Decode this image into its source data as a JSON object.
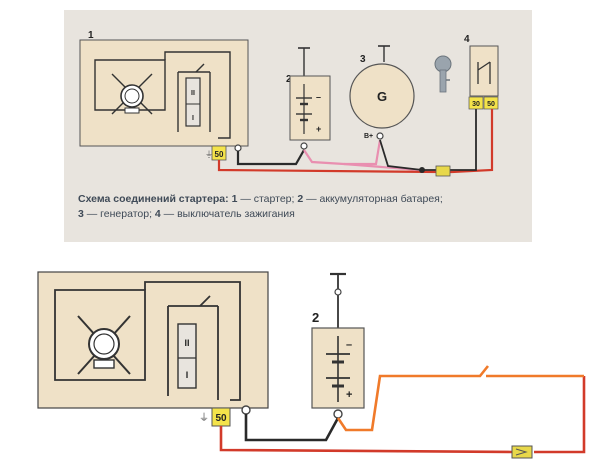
{
  "top": {
    "labels": {
      "starter": "1",
      "battery": "2",
      "generator": "3",
      "switch": "4"
    },
    "generator_letter": "G",
    "terminal_50": "50",
    "terminal_30": "30",
    "switch_terminal_50": "50",
    "battery_minus": "–",
    "battery_plus": "+",
    "gen_b_plus": "B+",
    "relay_upper": "II",
    "relay_lower": "I",
    "caption": {
      "title": "Схема соединений стартера:",
      "n1": "1",
      "t1": " — стартер; ",
      "n2": "2",
      "t2": " — аккумуляторная батарея;",
      "n3": "3",
      "t3": " — генератор; ",
      "n4": "4",
      "t4": " — выключатель зажигания"
    }
  },
  "bottom": {
    "battery_label": "2",
    "terminal_50": "50",
    "relay_upper": "II",
    "relay_lower": "I",
    "battery_minus": "–",
    "battery_plus": "+"
  },
  "colors": {
    "wire_red": "#d23a2a",
    "wire_pink": "#e98fb0",
    "wire_dark": "#2a2a2a",
    "wire_orange": "#f07a2a",
    "box_fill": "#efe1c7",
    "terminal_yellow": "#f4e34a",
    "connector_yellow": "#e8d84a"
  }
}
